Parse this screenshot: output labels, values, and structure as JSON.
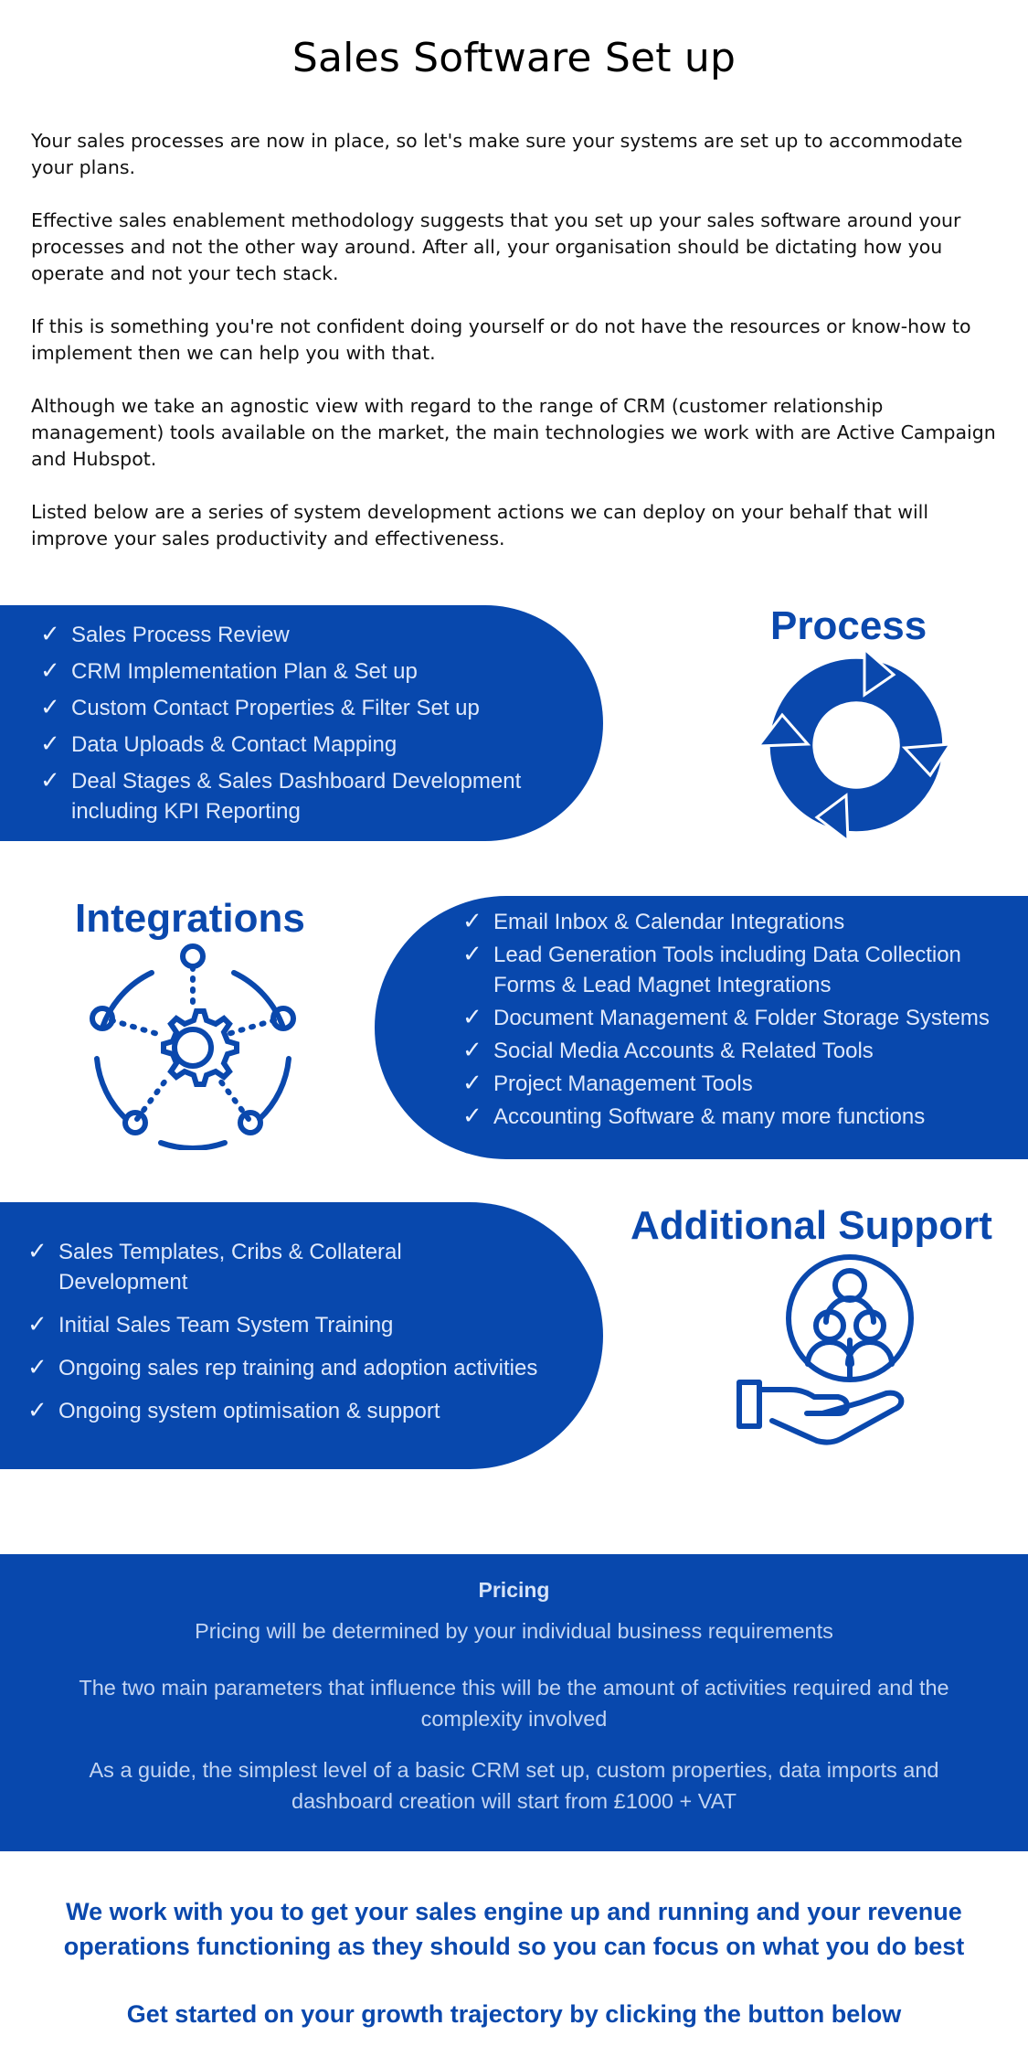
{
  "page": {
    "title": "Sales Software Set up",
    "intro": [
      "Your sales processes are now in place, so let's make sure your systems are set up to accommodate your plans.",
      "Effective sales enablement methodology suggests that you set up your sales software around your processes and not the other way around. After all, your organisation should be dictating how you operate and not your tech stack.",
      "If this is something you're not confident doing yourself or do not have the resources or know-how to implement then we can help you with that.",
      "Although we take an agnostic view with regard to the range of CRM (customer relationship management) tools available on the market, the main technologies we work with are Active Campaign and Hubspot.",
      "Listed below are a series of system development actions we can deploy on your behalf that will improve your sales productivity and effectiveness."
    ]
  },
  "process": {
    "heading": "Process",
    "icon": "cycle-arrows-icon",
    "items": [
      "Sales Process Review",
      "CRM Implementation Plan & Set up",
      "Custom Contact Properties & Filter Set up",
      "Data Uploads & Contact Mapping",
      "Deal Stages & Sales Dashboard Development including KPI Reporting"
    ]
  },
  "integrations": {
    "heading": "Integrations",
    "icon": "gear-network-icon",
    "items": [
      "Email Inbox & Calendar Integrations",
      "Lead Generation Tools including Data Collection Forms & Lead Magnet Integrations",
      "Document Management & Folder Storage Systems",
      "Social Media Accounts & Related Tools",
      "Project Management Tools",
      "Accounting Software & many more functions"
    ]
  },
  "support": {
    "heading": "Additional Support",
    "icon": "hand-people-icon",
    "items": [
      "Sales Templates, Cribs & Collateral Development",
      "Initial Sales Team System Training",
      "Ongoing sales rep training and adoption activities",
      "Ongoing system optimisation & support"
    ]
  },
  "pricing": {
    "title": "Pricing",
    "paragraphs": [
      "Pricing will be determined by your individual business requirements",
      "The two main parameters that influence this will be the amount of activities required and the complexity involved",
      "As a guide, the simplest level of a basic CRM set up, custom properties, data imports and dashboard creation will start from £1000 + VAT"
    ]
  },
  "closing": {
    "line1": "We work with you to get your sales engine up and running and your revenue operations functioning as they should so you can focus on what you do best",
    "line2": "Get started on your growth trajectory by clicking the button below"
  },
  "colors": {
    "brand_blue": "#0848ad",
    "panel_text": "#dfe9fb"
  }
}
